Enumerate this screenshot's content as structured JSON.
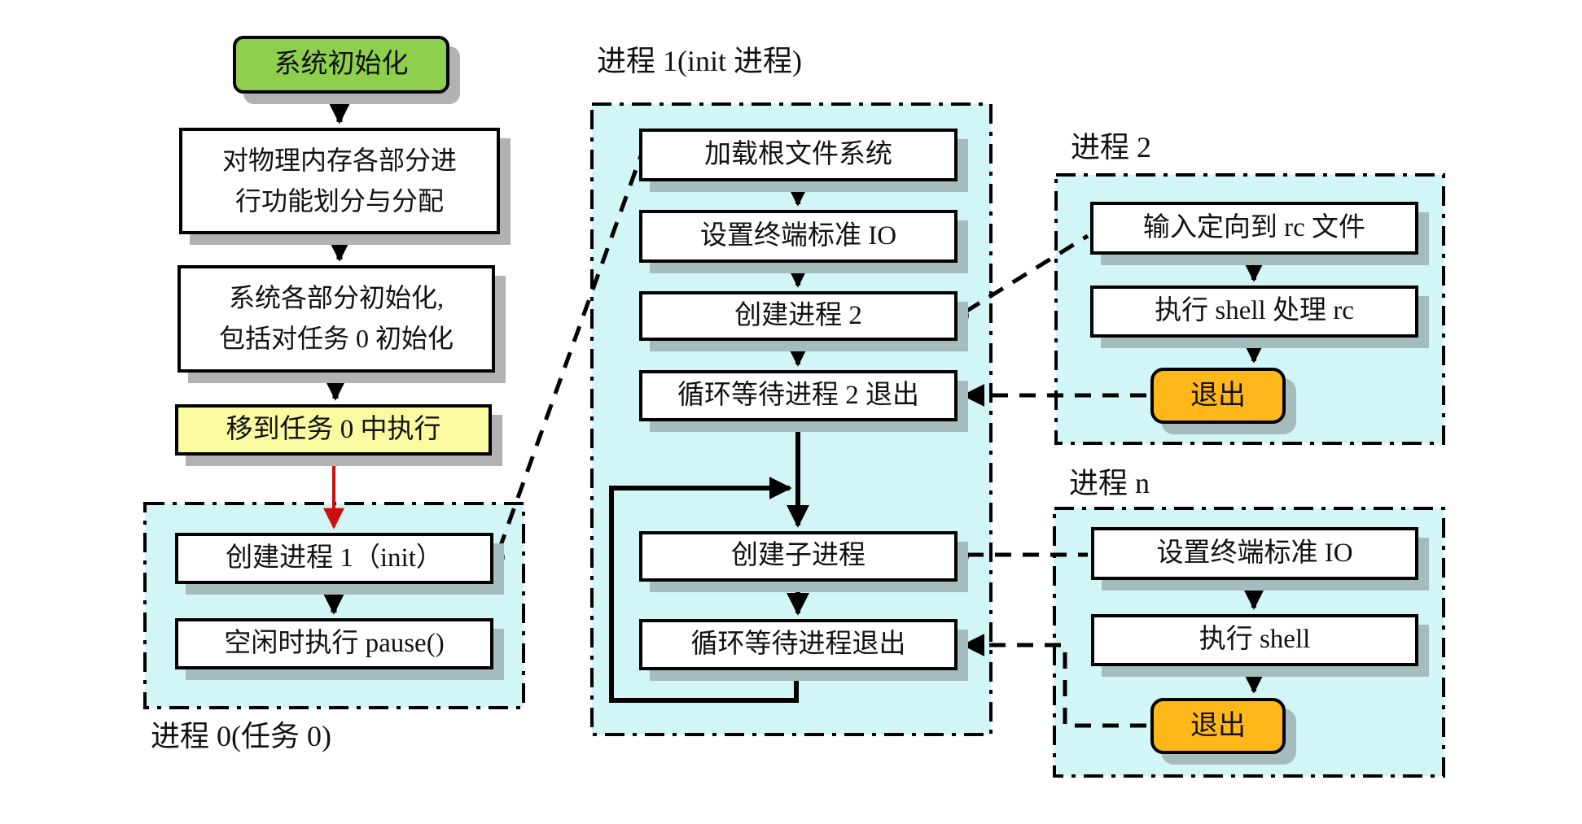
{
  "colors": {
    "container_fill": "#d2f5f6",
    "container_border": "#000000",
    "box_border": "#000000",
    "green_fill": "#8ed04e",
    "yellow_fill": "#fafaa0",
    "orange_fill": "#ffb71a",
    "shadow_on_white": "#b2b2b2",
    "shadow_on_cyan": "#a5bcbc",
    "red_arrow": "#cc1010",
    "connector_dot": "#3d3d3d",
    "text": "#111111"
  },
  "boot": {
    "start": "系统初始化",
    "memory": {
      "line1": "对物理内存各部分进",
      "line2": "行功能划分与分配"
    },
    "sysinit": {
      "line1": "系统各部分初始化,",
      "line2": "包括对任务 0 初始化"
    },
    "move_task0": "移到任务 0 中执行"
  },
  "process0": {
    "label": "进程 0(任务 0)",
    "create_init": "创建进程 1（init）",
    "idle_pause": "空闲时执行 pause()"
  },
  "process1": {
    "label": "进程 1(init 进程)",
    "load_rootfs": "加载根文件系统",
    "set_tty": "设置终端标准 IO",
    "create_p2": "创建进程 2",
    "wait_p2": "循环等待进程 2 退出",
    "fork_child": "创建子进程",
    "wait_child": "循环等待进程退出"
  },
  "process2": {
    "label": "进程 2",
    "redirect_rc": "输入定向到 rc 文件",
    "shell_rc": "执行 shell 处理 rc",
    "exit": "退出"
  },
  "processN": {
    "label": "进程 n",
    "set_tty": "设置终端标准 IO",
    "run_shell": "执行 shell",
    "exit": "退出"
  }
}
